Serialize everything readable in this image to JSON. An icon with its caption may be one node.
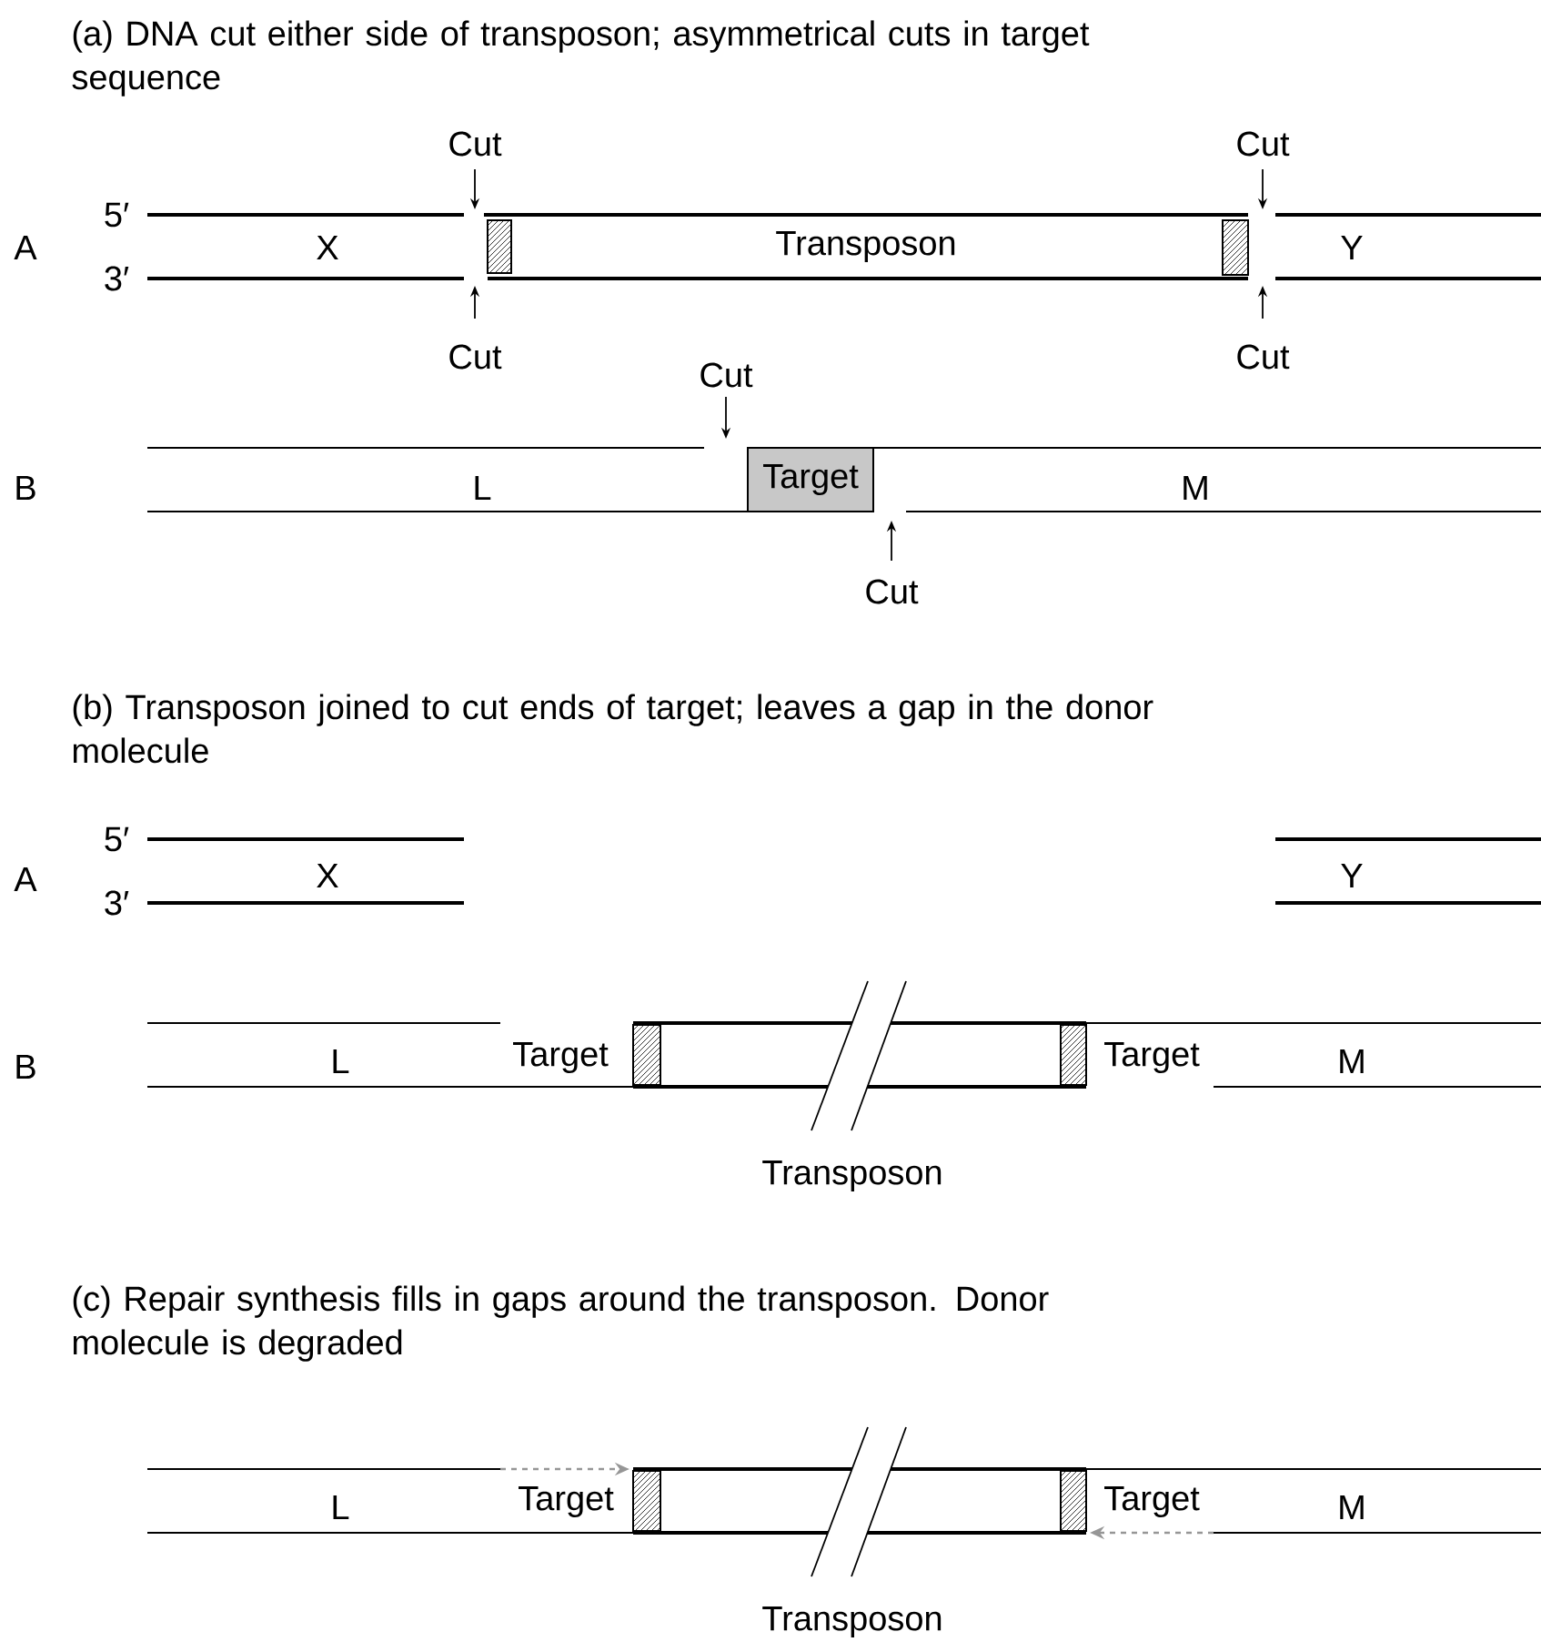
{
  "diagram": {
    "nodes": [
      {
        "text": [
          "Transposon"
        ]
      },
      {
        "text": [
          "Target"
        ]
      },
      {
        "text": [
          "Transposon"
        ]
      },
      {
        "text": [
          "Transposon"
        ]
      }
    ],
    "labels": [
      "(a) DNA cut either side of transposon; asymmetrical cuts in target sequence",
      "Cut",
      "Cut",
      "5′",
      "A",
      "X",
      "Y",
      "3′",
      "Cut",
      "Cut",
      "Cut",
      "B",
      "L",
      "M",
      "Cut",
      "(b) Transposon joined to cut ends of target; leaves a gap in the donor molecule",
      "5′",
      "A",
      "X",
      "Y",
      "3′",
      "B",
      "L",
      "Target",
      "Target",
      "M",
      "(c) Repair synthesis fills in gaps around the transposon. Donor molecule is degraded",
      "L",
      "Target",
      "Target",
      "M"
    ]
  }
}
